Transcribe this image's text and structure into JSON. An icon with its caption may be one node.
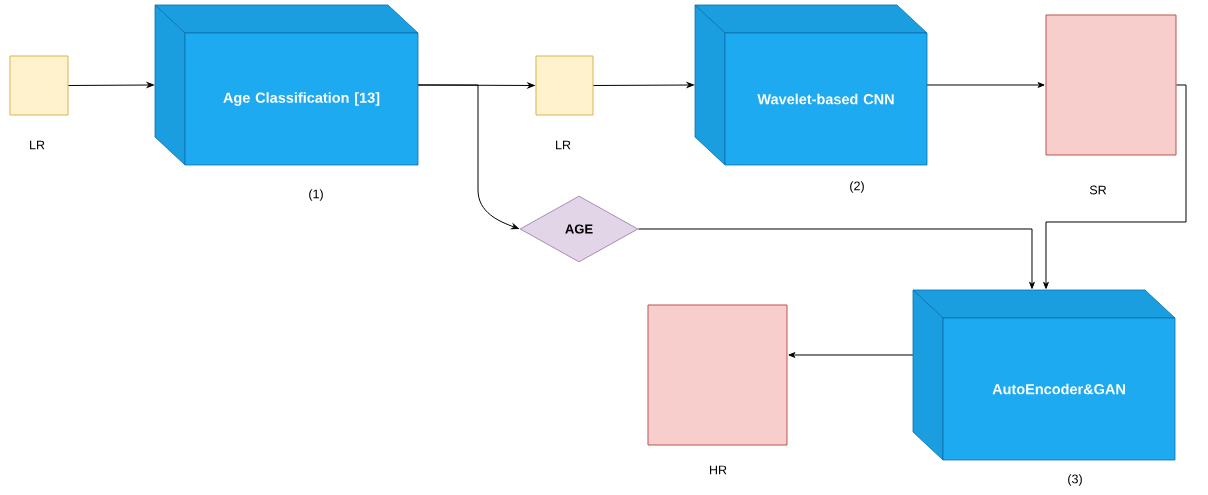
{
  "diagram": {
    "nodes": [
      {
        "text": [],
        "shape": "box",
        "beside": [
          "LR"
        ]
      },
      {
        "text": [
          "Age Classification [13]"
        ],
        "beside": [
          "(1)"
        ]
      },
      {
        "text": [],
        "shape": "box",
        "beside": [
          "LR"
        ]
      },
      {
        "text": [
          "Wavelet-based CNN"
        ],
        "beside": [
          "(2)"
        ]
      },
      {
        "text": [],
        "shape": "box",
        "beside": [
          "SR"
        ]
      },
      {
        "text": [
          "AGE"
        ]
      },
      {
        "text": [
          "AutoEncoder&GAN"
        ],
        "beside": [
          "(3)"
        ]
      },
      {
        "text": [],
        "shape": "box",
        "beside": [
          "HR"
        ]
      }
    ],
    "edges": [
      {
        "from": 0,
        "to": 1,
        "arrow": "to"
      },
      {
        "from": 1,
        "to": 2,
        "arrow": "to"
      },
      {
        "from": 1,
        "to": 5,
        "arrow": "to"
      },
      {
        "from": 2,
        "to": 3,
        "arrow": "to"
      },
      {
        "from": 3,
        "to": 4,
        "arrow": "to"
      },
      {
        "from": 4,
        "to": 6,
        "arrow": "to"
      },
      {
        "from": 5,
        "to": 6,
        "arrow": "to"
      },
      {
        "from": 6,
        "to": 7,
        "arrow": "to"
      }
    ]
  }
}
